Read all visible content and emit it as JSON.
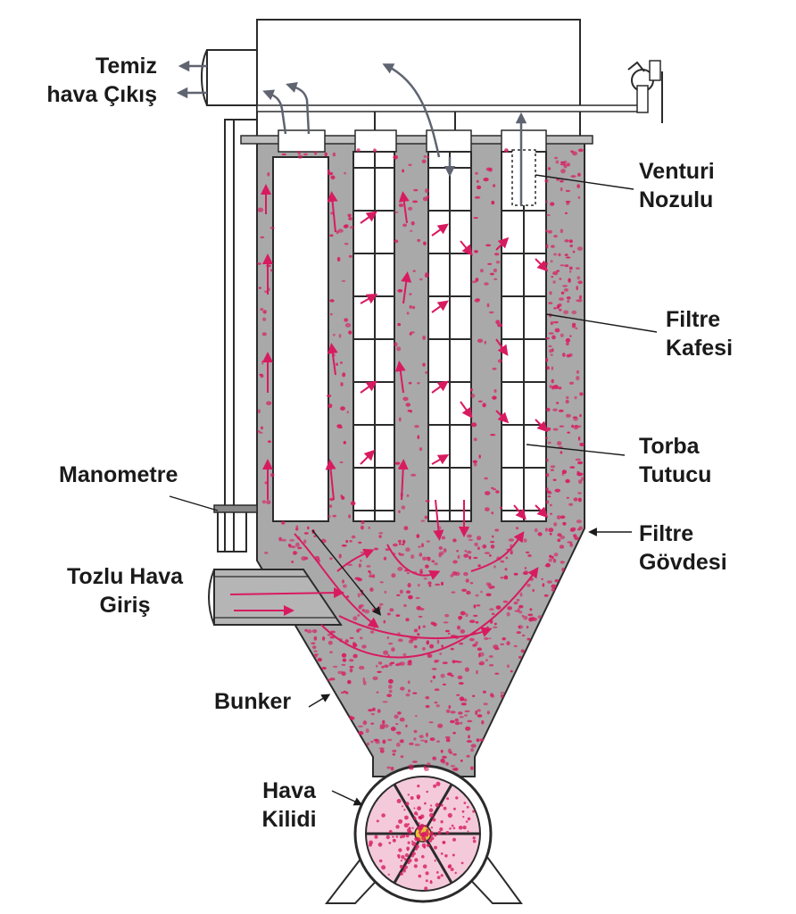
{
  "labels": {
    "clean_air_outlet": [
      "Temiz",
      "hava Çıkış"
    ],
    "venturi_nozzle": [
      "Venturi",
      "Nozulu"
    ],
    "filter_cage": [
      "Filtre",
      "Kafesi"
    ],
    "bag_holder": [
      "Torba",
      "Tutucu"
    ],
    "filter_body": [
      "Filtre",
      "Gövdesi"
    ],
    "manometer": [
      "Manometre"
    ],
    "dusty_air_inlet": [
      "Tozlu Hava",
      "Giriş"
    ],
    "bunker": [
      "Bunker"
    ],
    "airlock": [
      "Hava",
      "Kilidi"
    ]
  },
  "colors": {
    "dust": "#d81b60",
    "body_fill": "#a9a9a9",
    "outline": "#2b2b2b",
    "arrow_gray": "#5f6470",
    "valve_yellow": "#e8c23a"
  }
}
